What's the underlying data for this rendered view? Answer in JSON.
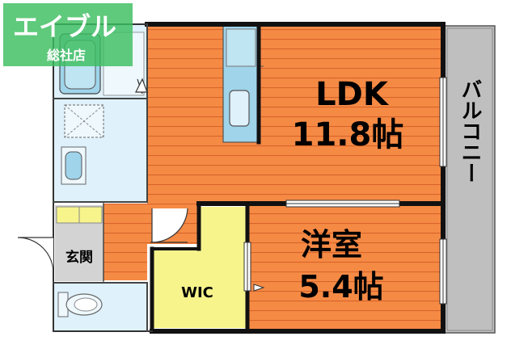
{
  "logo": {
    "brand": "エイブル",
    "branch": "総社店"
  },
  "rooms": {
    "ldk": {
      "name": "LDK",
      "size": "11.8帖"
    },
    "western": {
      "name": "洋室",
      "size": "5.4帖"
    },
    "wic": {
      "name": "WIC"
    },
    "entrance": {
      "name": "玄関"
    },
    "balcony": {
      "name": "バルコニー"
    }
  },
  "colors": {
    "floor_orange": "#f58a45",
    "floor_stripe": "#d8642a",
    "wet_area_blue": "#dff1fb",
    "fixture_blue": "#9fd4ea",
    "wic_yellow": "#f7f48c",
    "entrance_gray": "#d3d3d3",
    "balcony_gray": "#bfbfbf",
    "wall": "#111111",
    "logo_green": "#3dbe5f"
  }
}
